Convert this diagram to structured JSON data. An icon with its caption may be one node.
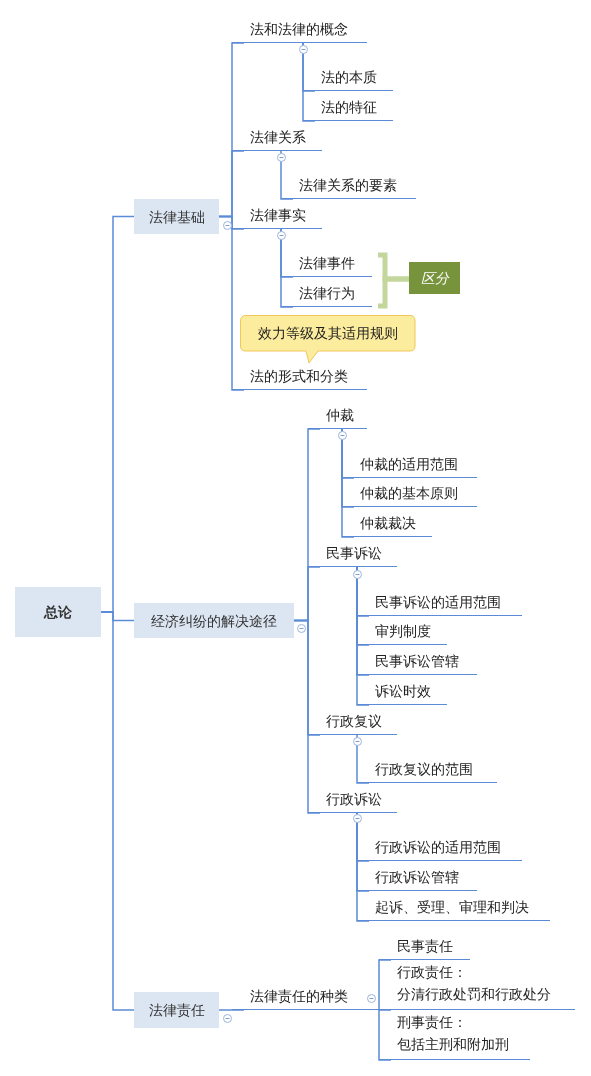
{
  "diagram": {
    "nodes": [
      {
        "text": [
          "总论"
        ]
      },
      {
        "text": [
          "法律基础"
        ]
      },
      {
        "text": [
          "法和法律的概念"
        ]
      },
      {
        "text": [
          "法的本质"
        ]
      },
      {
        "text": [
          "法的特征"
        ]
      },
      {
        "text": [
          "法律关系"
        ]
      },
      {
        "text": [
          "法律关系的要素"
        ]
      },
      {
        "text": [
          "法律事实"
        ]
      },
      {
        "text": [
          "法律事件"
        ]
      },
      {
        "text": [
          "法律行为"
        ]
      },
      {
        "text": [
          "区分"
        ]
      },
      {
        "text": [
          "效力等级及其适用规则"
        ]
      },
      {
        "text": [
          "法的形式和分类"
        ]
      },
      {
        "text": [
          "经济纠纷的解决途径"
        ]
      },
      {
        "text": [
          "仲裁"
        ]
      },
      {
        "text": [
          "仲裁的适用范围"
        ]
      },
      {
        "text": [
          "仲裁的基本原则"
        ]
      },
      {
        "text": [
          "仲裁裁决"
        ]
      },
      {
        "text": [
          "民事诉讼"
        ]
      },
      {
        "text": [
          "民事诉讼的适用范围"
        ]
      },
      {
        "text": [
          "审判制度"
        ]
      },
      {
        "text": [
          "民事诉讼管辖"
        ]
      },
      {
        "text": [
          "诉讼时效"
        ]
      },
      {
        "text": [
          "行政复议"
        ]
      },
      {
        "text": [
          "行政复议的范围"
        ]
      },
      {
        "text": [
          "行政诉讼"
        ]
      },
      {
        "text": [
          "行政诉讼的适用范围"
        ]
      },
      {
        "text": [
          "行政诉讼管辖"
        ]
      },
      {
        "text": [
          "起诉、受理、审理和判决"
        ]
      },
      {
        "text": [
          "法律责任"
        ]
      },
      {
        "text": [
          "法律责任的种类"
        ]
      },
      {
        "text": [
          "民事责任"
        ]
      },
      {
        "text": [
          "行政责任：分清行政处罚和行政处分"
        ]
      },
      {
        "text": [
          "刑事责任：包括主刑和附加刑"
        ]
      }
    ],
    "edges": [
      {
        "from": 0,
        "to": 1,
        "arrow": "none"
      },
      {
        "from": 0,
        "to": 13,
        "arrow": "none"
      },
      {
        "from": 0,
        "to": 29,
        "arrow": "none"
      },
      {
        "from": 1,
        "to": 2,
        "arrow": "none"
      },
      {
        "from": 1,
        "to": 5,
        "arrow": "none"
      },
      {
        "from": 1,
        "to": 7,
        "arrow": "none"
      },
      {
        "from": 1,
        "to": 12,
        "arrow": "none"
      },
      {
        "from": 2,
        "to": 3,
        "arrow": "none"
      },
      {
        "from": 2,
        "to": 4,
        "arrow": "none"
      },
      {
        "from": 5,
        "to": 6,
        "arrow": "none"
      },
      {
        "from": 7,
        "to": 8,
        "arrow": "none"
      },
      {
        "from": 7,
        "to": 9,
        "arrow": "none"
      },
      {
        "from": 8,
        "to": 10,
        "arrow": "none",
        "style": "thick",
        "color": "#c3d69b"
      },
      {
        "from": 9,
        "to": 10,
        "arrow": "none",
        "style": "thick",
        "color": "#c3d69b"
      },
      {
        "from": 13,
        "to": 14,
        "arrow": "none"
      },
      {
        "from": 13,
        "to": 18,
        "arrow": "none"
      },
      {
        "from": 13,
        "to": 23,
        "arrow": "none"
      },
      {
        "from": 13,
        "to": 25,
        "arrow": "none"
      },
      {
        "from": 14,
        "to": 15,
        "arrow": "none"
      },
      {
        "from": 14,
        "to": 16,
        "arrow": "none"
      },
      {
        "from": 14,
        "to": 17,
        "arrow": "none"
      },
      {
        "from": 18,
        "to": 19,
        "arrow": "none"
      },
      {
        "from": 18,
        "to": 20,
        "arrow": "none"
      },
      {
        "from": 18,
        "to": 21,
        "arrow": "none"
      },
      {
        "from": 18,
        "to": 22,
        "arrow": "none"
      },
      {
        "from": 23,
        "to": 24,
        "arrow": "none"
      },
      {
        "from": 25,
        "to": 26,
        "arrow": "none"
      },
      {
        "from": 25,
        "to": 27,
        "arrow": "none"
      },
      {
        "from": 25,
        "to": 28,
        "arrow": "none"
      },
      {
        "from": 29,
        "to": 30,
        "arrow": "none"
      },
      {
        "from": 30,
        "to": 31,
        "arrow": "none"
      },
      {
        "from": 30,
        "to": 32,
        "arrow": "none"
      },
      {
        "from": 30,
        "to": 33,
        "arrow": "none"
      }
    ]
  }
}
